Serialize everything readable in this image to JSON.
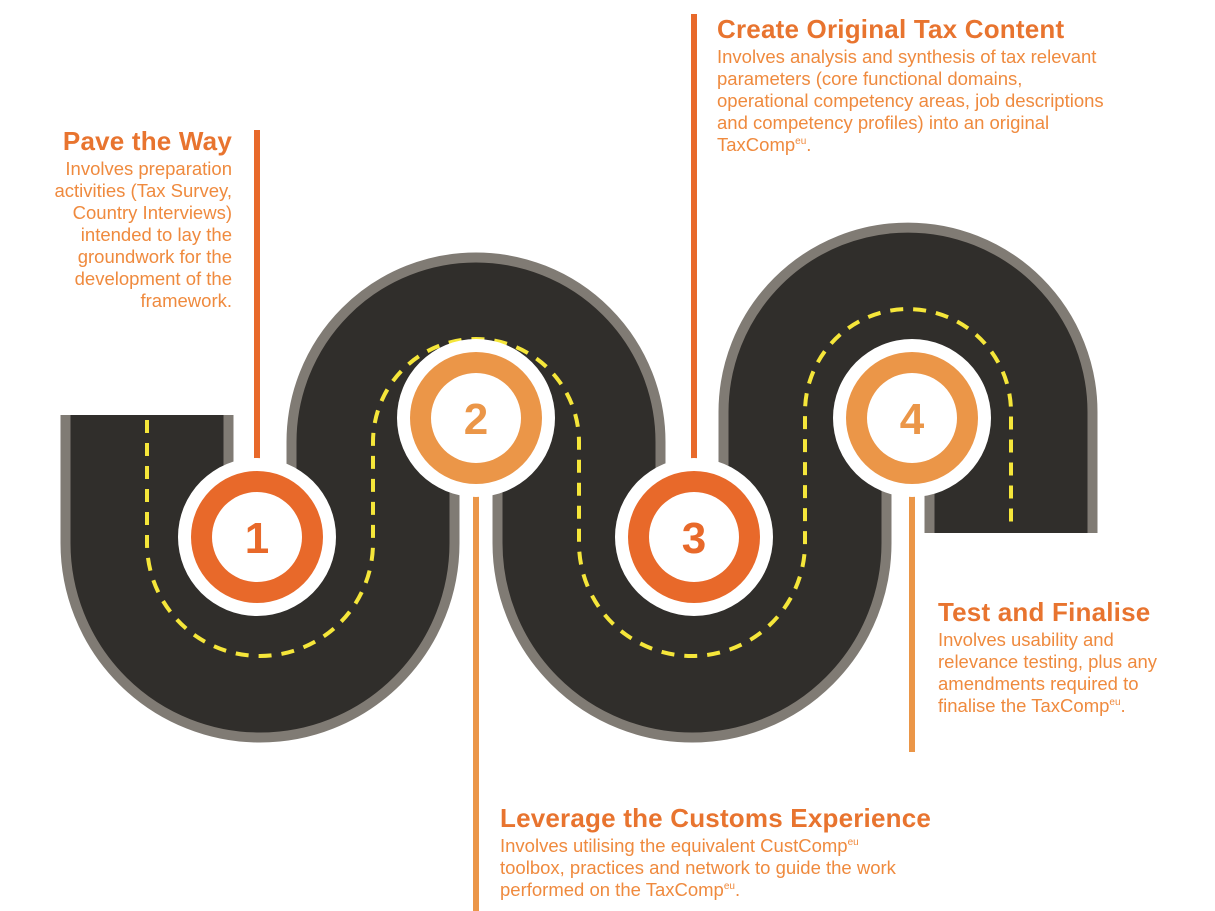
{
  "colors": {
    "road": "#302e2b",
    "road_edge": "#807b74",
    "dashes": "#f5e63a",
    "orange_dark": "#e8692a",
    "orange_light": "#eb9648",
    "text_orange": "#ef8a3e",
    "title_orange": "#e8742f"
  },
  "steps": [
    {
      "number": "1",
      "title": "Pave the Way",
      "lines": [
        "Involves preparation",
        "activities (Tax Survey,",
        "Country Interviews)",
        "intended to lay the",
        "groundwork for the",
        "development of the",
        "framework."
      ]
    },
    {
      "number": "2",
      "title": "Leverage the Customs Experience",
      "lines": [
        "Involves utilising the equivalent CustComp",
        "toolbox, practices and network to guide the work",
        "performed on the TaxComp"
      ],
      "sup": [
        "eu",
        "eu"
      ],
      "tail": "."
    },
    {
      "number": "3",
      "title": "Create Original Tax Content",
      "lines": [
        "Involves analysis and synthesis of tax relevant",
        "parameters (core functional domains,",
        "operational competency areas, job descriptions",
        "and competency profiles) into an original",
        "TaxComp"
      ],
      "sup": "eu",
      "tail": "."
    },
    {
      "number": "4",
      "title": "Test and Finalise",
      "lines": [
        "Involves usability and",
        "relevance testing, plus any",
        "amendments required to",
        "finalise the TaxComp"
      ],
      "sup": "eu",
      "tail": "."
    }
  ]
}
